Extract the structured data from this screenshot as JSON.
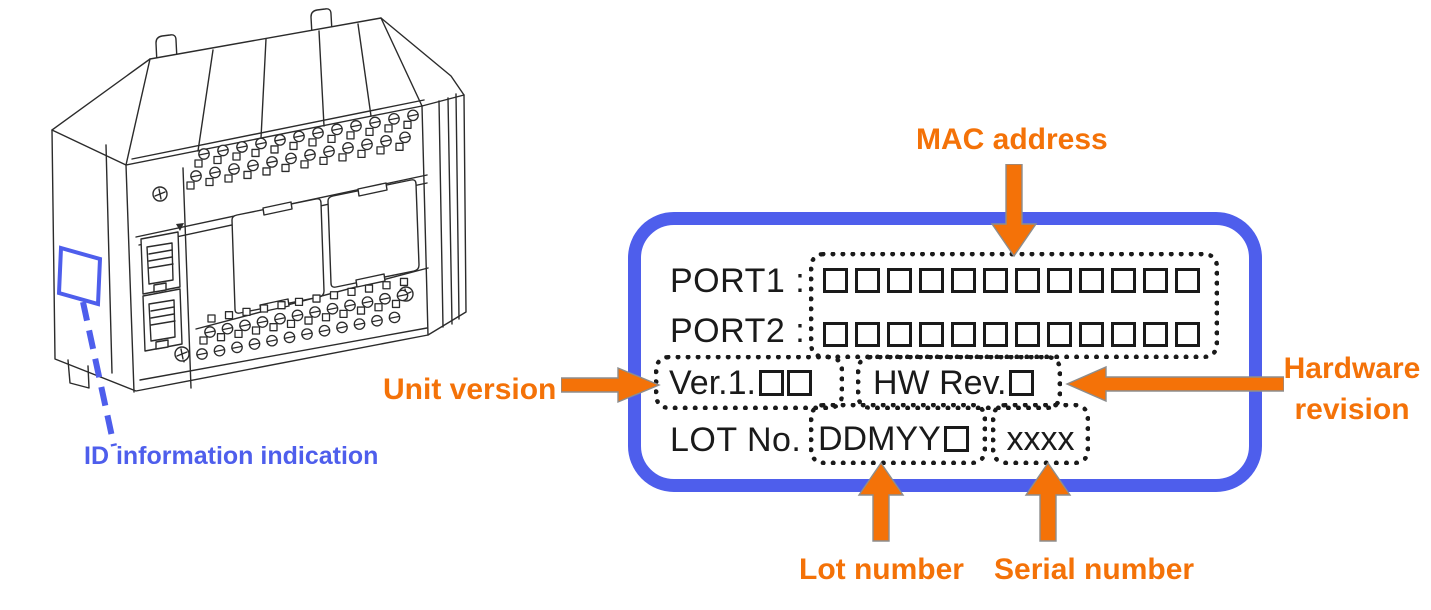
{
  "device": {
    "id_indication_label": "ID information indication"
  },
  "id_label": {
    "port_rows": [
      {
        "name": "PORT1 :",
        "squares": 12
      },
      {
        "name": "PORT2 :",
        "squares": 12
      }
    ],
    "version": {
      "prefix": "Ver.1.",
      "squares": 2
    },
    "hw_rev": {
      "prefix": "HW Rev.",
      "squares": 1
    },
    "lot": {
      "label": "LOT No.",
      "date_code": {
        "prefix": "DDMYY",
        "squares": 1
      },
      "serial_placeholder": "xxxx"
    }
  },
  "annotations": {
    "mac_address": "MAC address",
    "unit_version": "Unit version",
    "hardware_revision_line1": "Hardware",
    "hardware_revision_line2": "revision",
    "lot_number": "Lot number",
    "serial_number": "Serial number"
  },
  "colors": {
    "accent_orange": "#F47208",
    "accent_blue": "#4E5EEC",
    "text_black": "#1A1A1A"
  }
}
